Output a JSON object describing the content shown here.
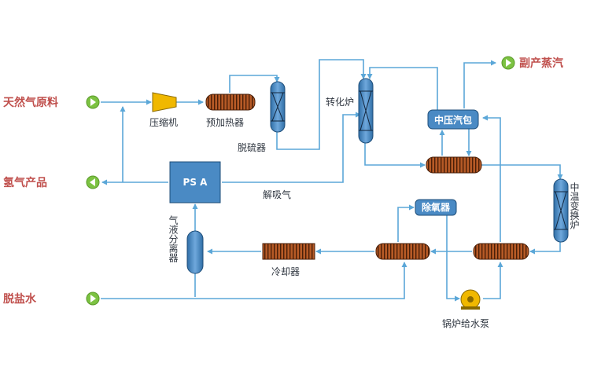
{
  "inputs": {
    "natural_gas": "天然气原料",
    "hydrogen_product": "氢气产品",
    "desalted_water": "脱盐水",
    "byproduct_steam": "副产蒸汽"
  },
  "equipment": {
    "compressor": "压缩机",
    "preheater": "预加热器",
    "desulfurizer": "脱硫器",
    "reformer": "转化炉",
    "mp_steam_drum": "中压汽包",
    "psa": "PS A",
    "stripped_gas": "解吸气",
    "mt_shift_converter": "中温变换炉",
    "gas_liquid_separator": "气液分离器",
    "cooler": "冷却器",
    "deaerator": "除氧器",
    "boiler_feed_pump": "锅炉给水泵"
  },
  "colors": {
    "pipe": "#5ba7d8",
    "vessel_fill": "#4a8ac4",
    "heat_exchanger": "#a54d1f",
    "compressor": "#f0b800",
    "pump": "#f0b800",
    "label_red": "#c0504d",
    "arrow_green": "#7cc242"
  }
}
